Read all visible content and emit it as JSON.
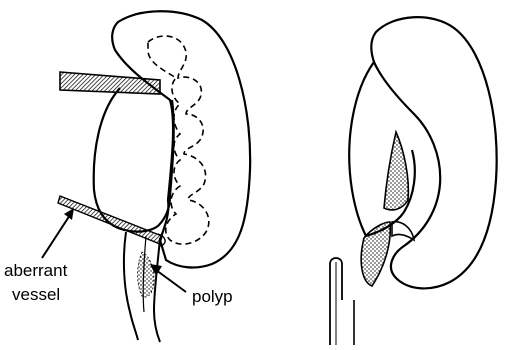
{
  "labels": {
    "aberrant_line1": "aberrant",
    "aberrant_line2": "vessel",
    "polyp": "polyp"
  },
  "colors": {
    "ink": "#000000",
    "paper": "#ffffff"
  }
}
